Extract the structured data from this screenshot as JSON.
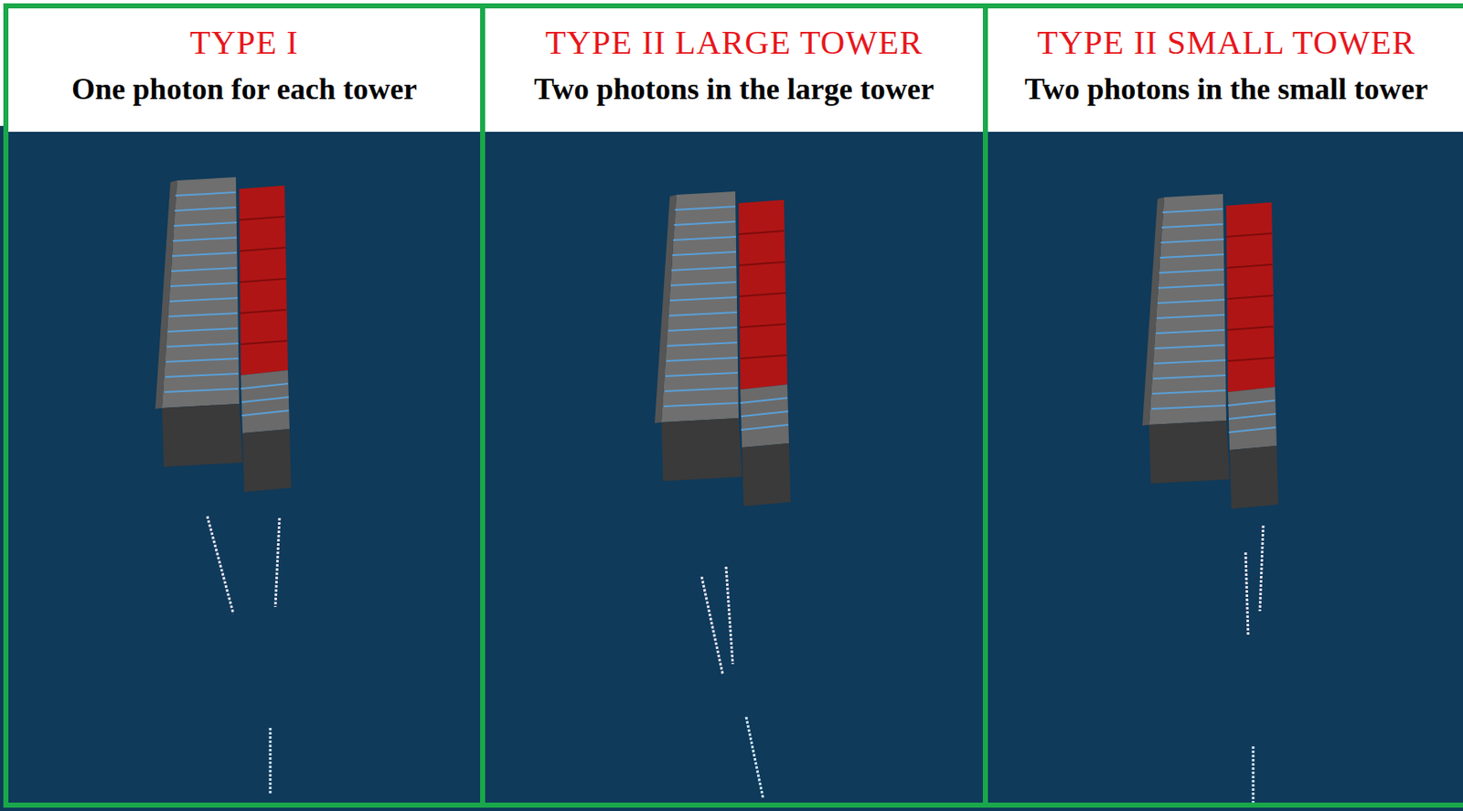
{
  "diagram": {
    "nodes": [
      {
        "text": [
          "TYPE I",
          "One photon for each tower"
        ]
      },
      {
        "text": [
          "TYPE II LARGE TOWER",
          "Two photons in the large tower"
        ]
      },
      {
        "text": [
          "TYPE II SMALL TOWER",
          "Two photons in the small tower"
        ]
      }
    ]
  }
}
